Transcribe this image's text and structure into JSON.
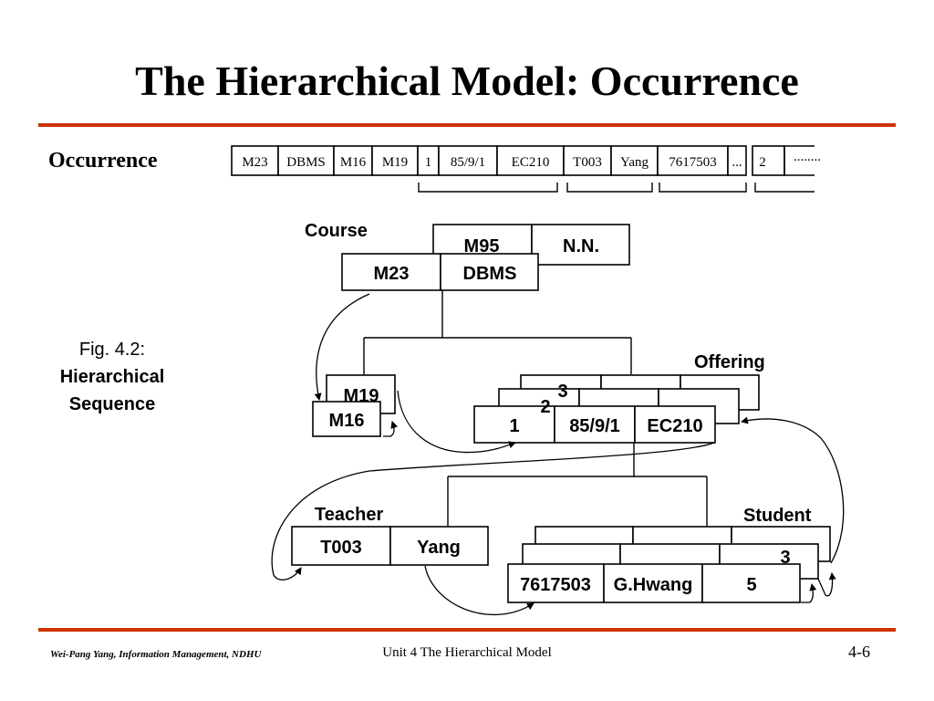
{
  "slide": {
    "title": "The Hierarchical Model: Occurrence",
    "occurrence_label": "Occurrence",
    "figure_caption": {
      "line1": "Fig. 4.2:",
      "line2": "Hierarchical",
      "line3": "Sequence"
    },
    "footer": {
      "author": "Wei-Pang Yang, Information Management, NDHU",
      "unit": "Unit 4  The Hierarchical Model",
      "page": "4-6"
    },
    "colors": {
      "rule": "#cc3300",
      "text": "#000000",
      "background": "#ffffff"
    }
  },
  "sequence": {
    "cells": [
      "M23",
      "DBMS",
      "M16",
      "M19",
      "1",
      "85/9/1",
      "EC210",
      "T003",
      "Yang",
      "7617503",
      "...",
      "2"
    ],
    "trailing_dots": "........"
  },
  "diagram": {
    "course": {
      "label": "Course",
      "back": [
        "M95",
        "N.N."
      ],
      "front": [
        "M23",
        "DBMS"
      ]
    },
    "prereq": {
      "back": "M19",
      "front": "M16"
    },
    "offering": {
      "label": "Offering",
      "layer3_num": "3",
      "layer2_num": "2",
      "front": [
        "1",
        "85/9/1",
        "EC210"
      ]
    },
    "teacher": {
      "label": "Teacher",
      "front": [
        "T003",
        "Yang"
      ]
    },
    "student": {
      "label": "Student",
      "layer2_num": "3",
      "front": [
        "7617503",
        "G.Hwang",
        "5"
      ]
    }
  }
}
